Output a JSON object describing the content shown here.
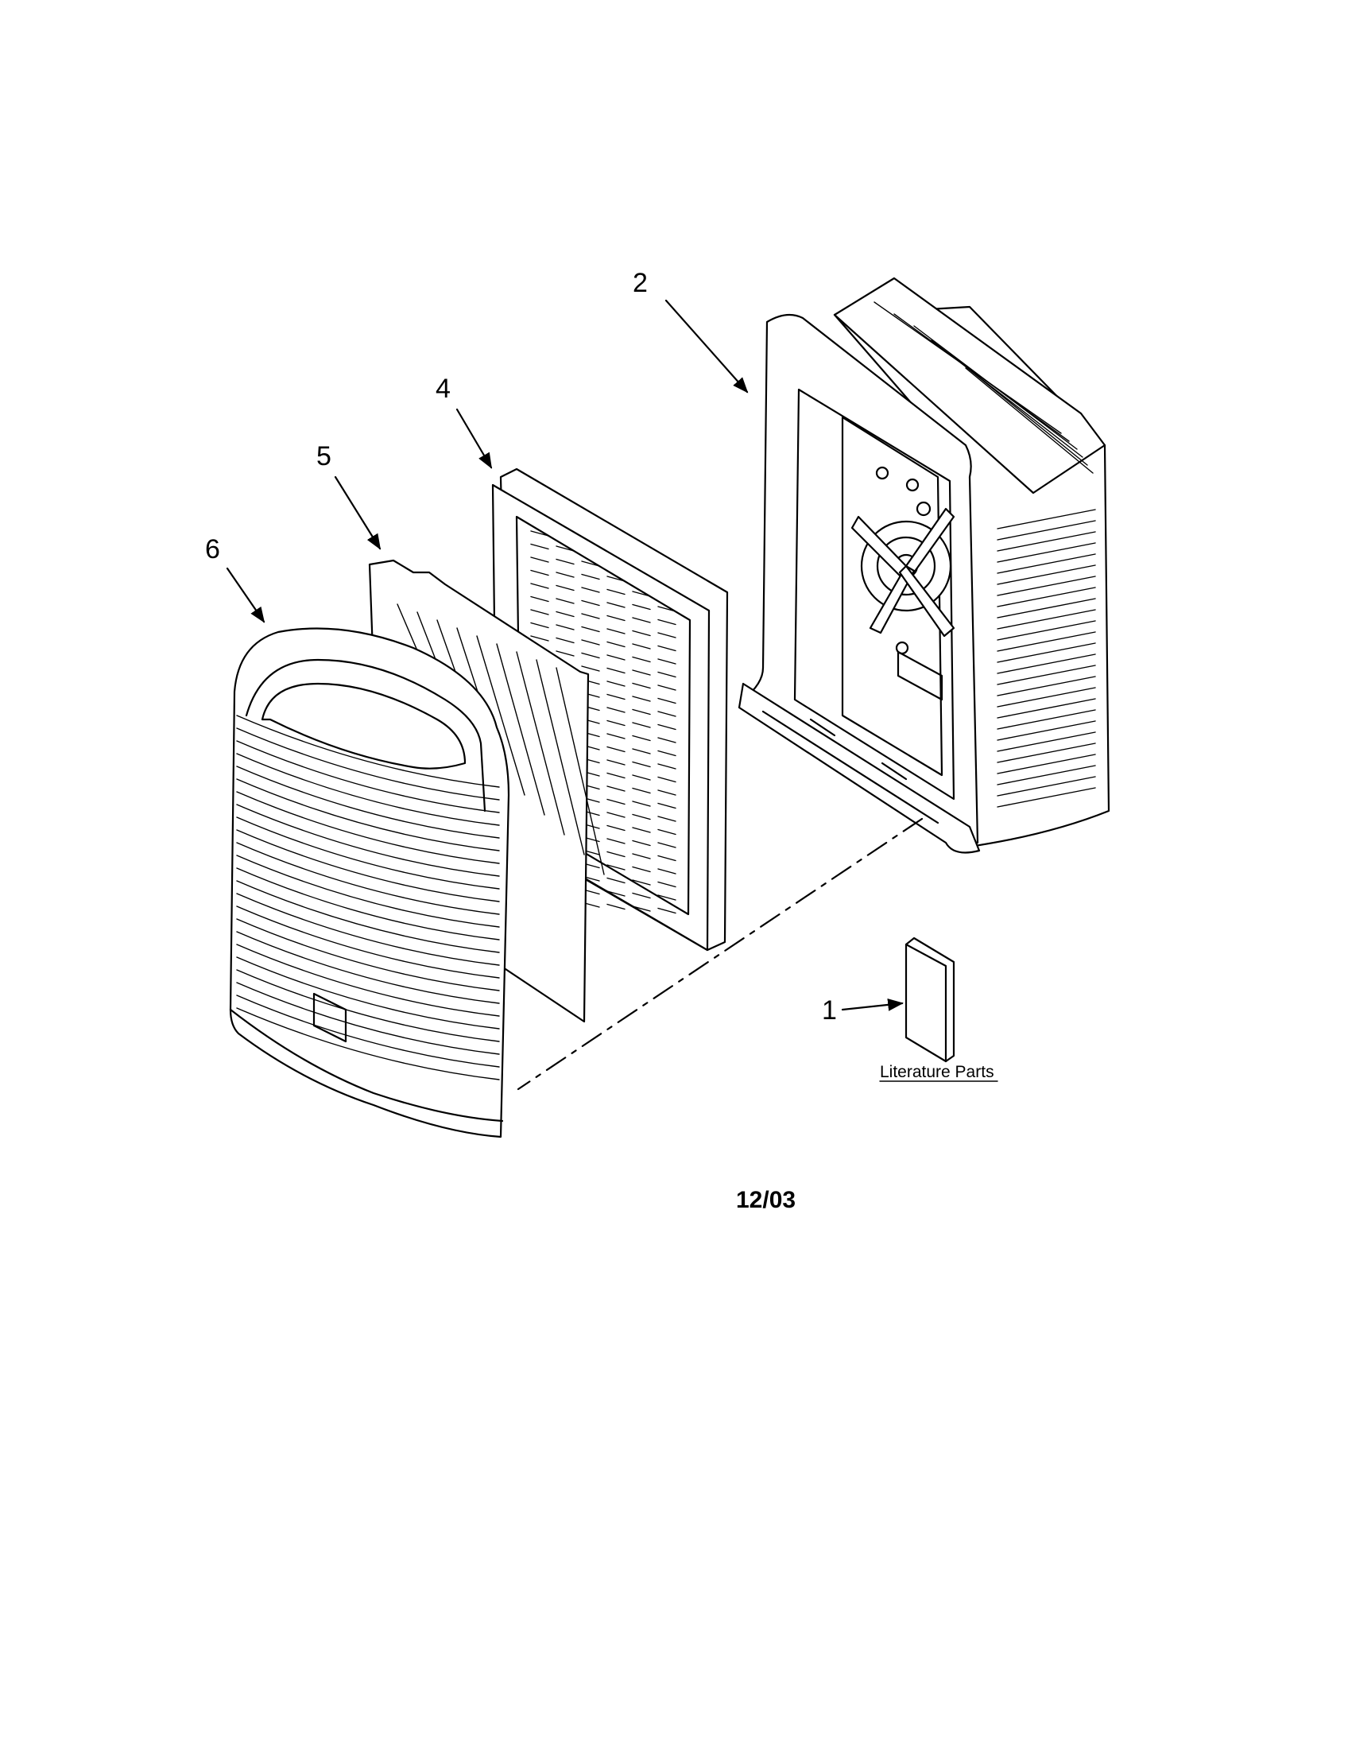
{
  "callouts": {
    "part_1": "1",
    "part_2": "2",
    "part_4": "4",
    "part_5": "5",
    "part_6": "6"
  },
  "literature_label": "Literature Parts",
  "date_code": "12/03"
}
